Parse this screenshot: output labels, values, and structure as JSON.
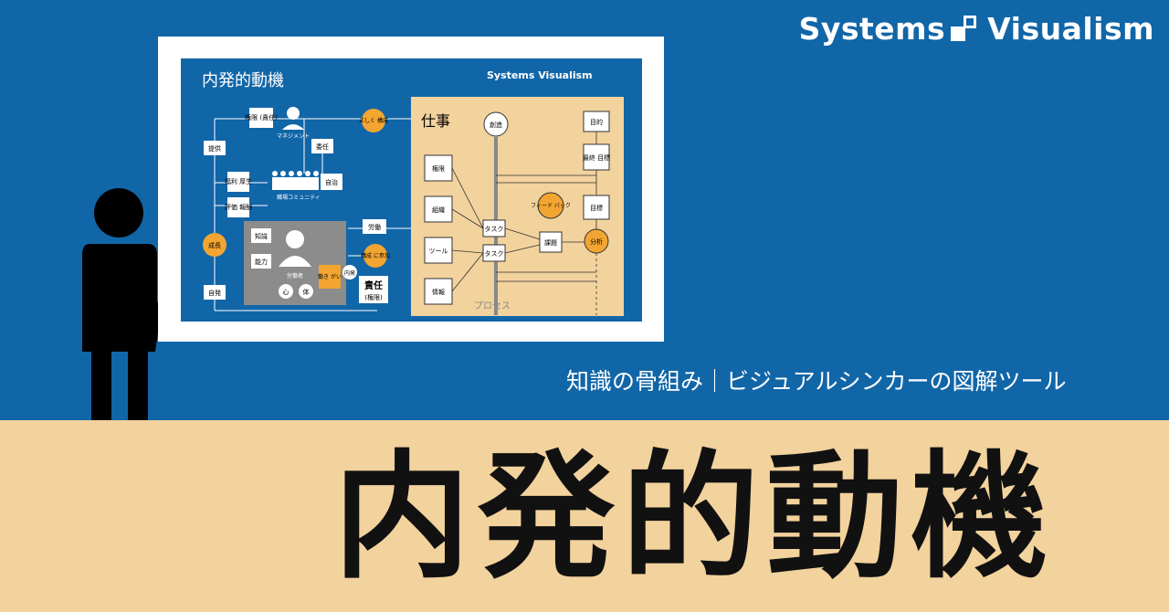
{
  "brand": {
    "name": "Systems",
    "name2": "Visualism"
  },
  "subtitle": "知識の骨組み｜ビジュアルシンカーの図解ツール",
  "title": "内発的動機",
  "diagram": {
    "title": "内発的動機",
    "brand": "Systems  Visualism",
    "work": "仕事",
    "process": "プロセス",
    "management": "マネジメント",
    "worker": "労働者",
    "community": "職場コミュニティ",
    "labels": {
      "authority_resp": "権限\n(責任)",
      "correct_structure": "正しく\n構成",
      "provide": "提供",
      "delegate": "委任",
      "welfare": "福利\n厚生",
      "autonomy": "自治",
      "evaluation": "評価\n報酬",
      "labor": "労働",
      "knowledge": "知識",
      "ability": "能力",
      "participate": "構成\nに参加",
      "growth": "成長",
      "worth": "働き\nがい",
      "intrinsic": "内発",
      "self": "自発",
      "mind": "心",
      "body": "体",
      "responsibility": "責任",
      "authority": "(権限)",
      "creation": "創造",
      "purpose": "目的",
      "final_goal": "最終\n目標",
      "goal": "目標",
      "feedback": "フィード\nバック",
      "analysis": "分析",
      "issue": "課題",
      "task": "タスク",
      "auth": "権限",
      "org": "組織",
      "tool": "ツール",
      "info": "情報"
    }
  },
  "colors": {
    "blue": "#1166a8",
    "sand": "#f2d29d",
    "orange": "#f2a531",
    "gray": "#8c8c8c"
  }
}
